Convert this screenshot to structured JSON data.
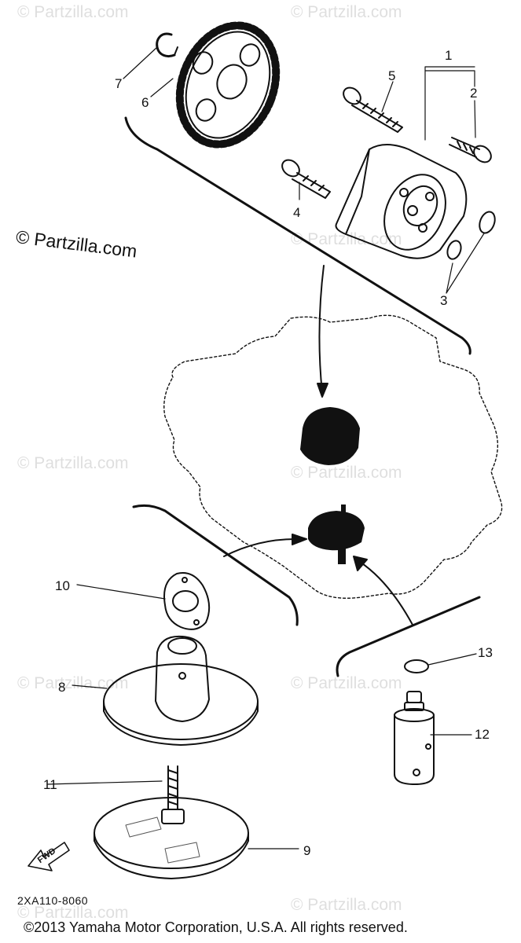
{
  "watermark": {
    "text": "© Partzilla.com",
    "side_text": "© Partzilla.com"
  },
  "callouts": {
    "c1": "1",
    "c2": "2",
    "c3": "3",
    "c4": "4",
    "c5": "5",
    "c6": "6",
    "c7": "7",
    "c8": "8",
    "c9": "9",
    "c10": "10",
    "c11": "11",
    "c12": "12",
    "c13": "13"
  },
  "ref_code": "2XA110-8060",
  "fwd_label": "FWD",
  "copyright": "©2013  Yamaha Motor Corporation, U.S.A. All rights reserved."
}
